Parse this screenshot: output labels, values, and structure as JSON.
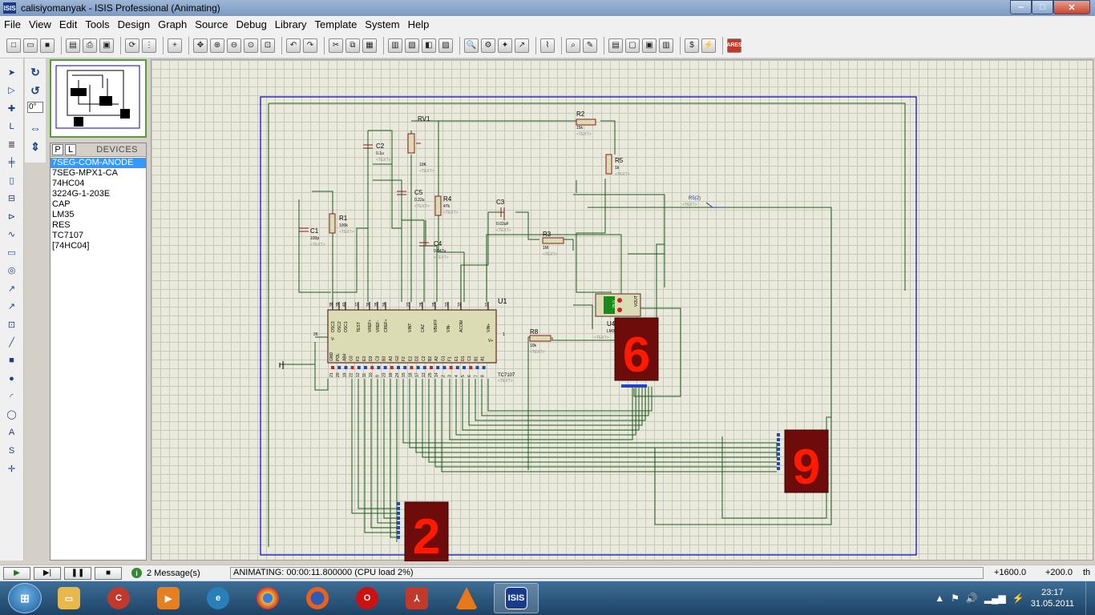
{
  "window": {
    "title": "calisiyomanyak - ISIS Professional (Animating)",
    "app_icon": "ISIS"
  },
  "menu": [
    "File",
    "View",
    "Edit",
    "Tools",
    "Design",
    "Graph",
    "Source",
    "Debug",
    "Library",
    "Template",
    "System",
    "Help"
  ],
  "devices": {
    "tab_p": "P",
    "tab_l": "L",
    "header": "DEVICES",
    "items": [
      "7SEG-COM-ANODE",
      "7SEG-MPX1-CA",
      "74HC04",
      "3224G-1-203E",
      "CAP",
      "LM35",
      "RES",
      "TC7107",
      "[74HC04]"
    ],
    "selected_index": 0
  },
  "rotation": "0°",
  "status": {
    "messages": "2 Message(s)",
    "sim_text": "ANIMATING: 00:00:11.800000 (CPU load 2%)",
    "coord_x": "+1600.0",
    "coord_y": "+200.0",
    "units": "th"
  },
  "schematic": {
    "components": {
      "c1": {
        "ref": "C1",
        "value": "100p"
      },
      "c2": {
        "ref": "C2",
        "value": "0.1u"
      },
      "c3": {
        "ref": "C3",
        "value": "0.02uF"
      },
      "c4": {
        "ref": "C4",
        "value": "0.047u"
      },
      "c5": {
        "ref": "C5",
        "value": "0.22u"
      },
      "r1": {
        "ref": "R1",
        "value": "100k"
      },
      "r2": {
        "ref": "R2",
        "value": "15k"
      },
      "r3": {
        "ref": "R3",
        "value": "1M"
      },
      "r4": {
        "ref": "R4",
        "value": "47k"
      },
      "r5": {
        "ref": "R5",
        "value": "1k"
      },
      "r8": {
        "ref": "R8",
        "value": "10k"
      },
      "rv1": {
        "ref": "RV1",
        "value": "10K"
      },
      "u1": {
        "ref": "U1",
        "part": "TC7107"
      },
      "u4": {
        "ref": "U4",
        "part": "LM35",
        "reading": "25.0"
      },
      "probe": "R5(2)"
    },
    "text_tag": "<TEXT>",
    "digits": {
      "left": "2",
      "middle": "6",
      "right": "9"
    },
    "u1_pins_top": [
      "38",
      "39",
      "40",
      "37",
      "36",
      "35",
      "34",
      "27",
      "28",
      "29",
      "33",
      "32",
      "31"
    ],
    "u1_top_labels": [
      "OSC3",
      "OSC2",
      "OSC1",
      "TEST",
      "VREF+",
      "VREF-",
      "CREF+",
      "VINT",
      "CAZ",
      "VBUFF",
      "VIN-",
      "ACOM",
      "VIN+"
    ],
    "u1_bottom_labels": [
      "GND",
      "POL",
      "AB4",
      "G3",
      "F3",
      "E3",
      "D3",
      "C3",
      "B3",
      "A3",
      "G2",
      "F2",
      "E2",
      "D2",
      "C2",
      "B2",
      "A2",
      "G1",
      "F1",
      "E1",
      "D1",
      "C1",
      "B1",
      "A1"
    ],
    "u1_bottom_pins": [
      "21",
      "20",
      "19",
      "22",
      "12",
      "11",
      "10",
      "9",
      "23",
      "16",
      "24",
      "15",
      "18",
      "17",
      "13",
      "25",
      "14",
      "2",
      "3",
      "4",
      "5",
      "6",
      "7",
      "8"
    ]
  },
  "taskbar": {
    "apps": [
      "explorer",
      "ccleaner",
      "media player",
      "internet explorer",
      "chrome",
      "firefox",
      "opera",
      "acrobat",
      "vlc",
      "ISIS"
    ],
    "time": "23:17",
    "date": "31.05.2011"
  },
  "colors": {
    "wire": "#1f5a1f",
    "segment_on": "#ff1a00",
    "segment_body": "#6e0b0b",
    "sheet_border": "#0000cc",
    "canvas_bg": "#eaeadc"
  }
}
